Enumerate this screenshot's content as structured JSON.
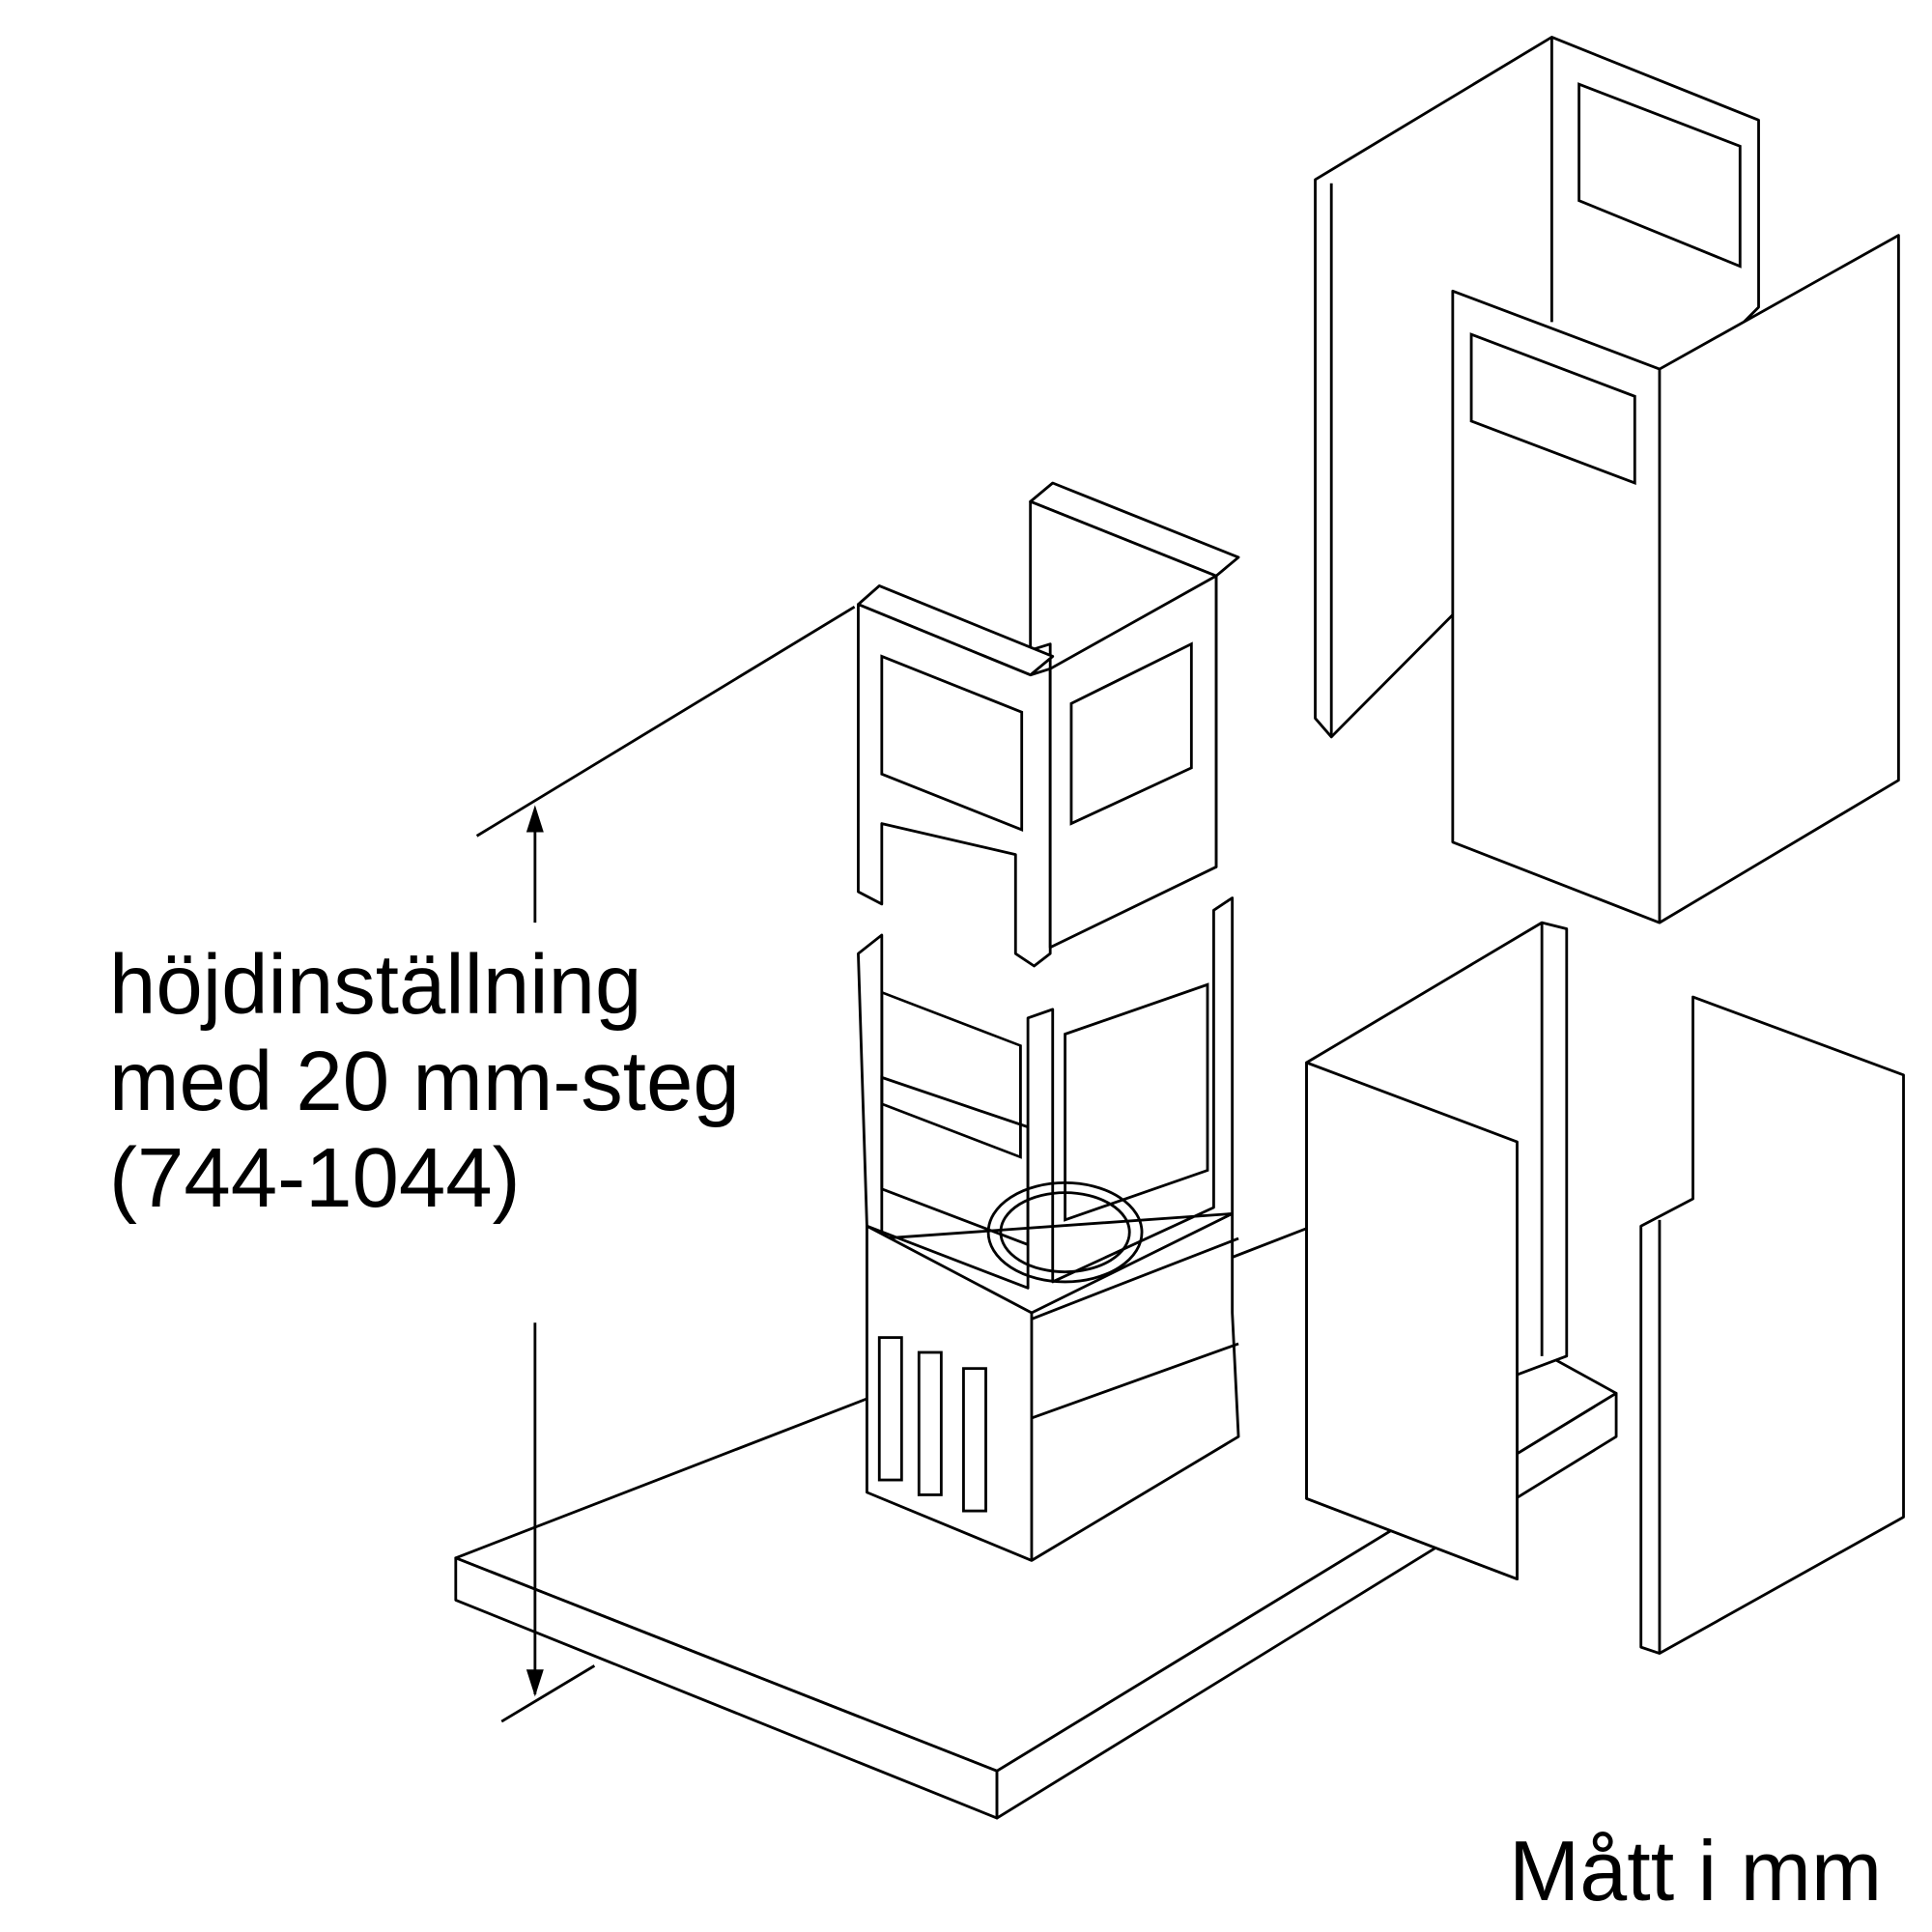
{
  "annotation": {
    "line1": "höjdinställning",
    "line2": "med 20 mm-steg",
    "line3": "(744-1044)"
  },
  "units_note": "Mått i mm"
}
